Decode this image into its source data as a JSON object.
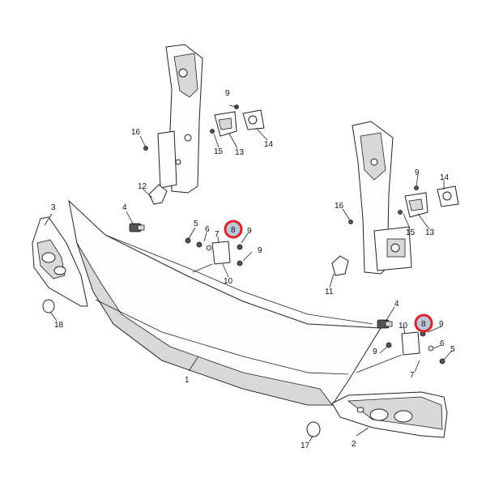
{
  "diagram": {
    "labels": {
      "l1": "1",
      "l2": "2",
      "l3": "3",
      "l4a": "4",
      "l4b": "4",
      "l5a": "5",
      "l5b": "5",
      "l6a": "6",
      "l6b": "6",
      "l7a": "7",
      "l7b": "7",
      "l8a": "8",
      "l8b": "8",
      "l9a": "9",
      "l9b": "9",
      "l9c": "9",
      "l9d": "9",
      "l9e": "9",
      "l9f": "9",
      "l10a": "10",
      "l10b": "10",
      "l11": "11",
      "l12": "12",
      "l13a": "13",
      "l13b": "13",
      "l14a": "14",
      "l14b": "14",
      "l15a": "15",
      "l15b": "15",
      "l16a": "16",
      "l16b": "16",
      "l17": "17",
      "l18": "18"
    },
    "highlight_color": "#d6262b"
  }
}
